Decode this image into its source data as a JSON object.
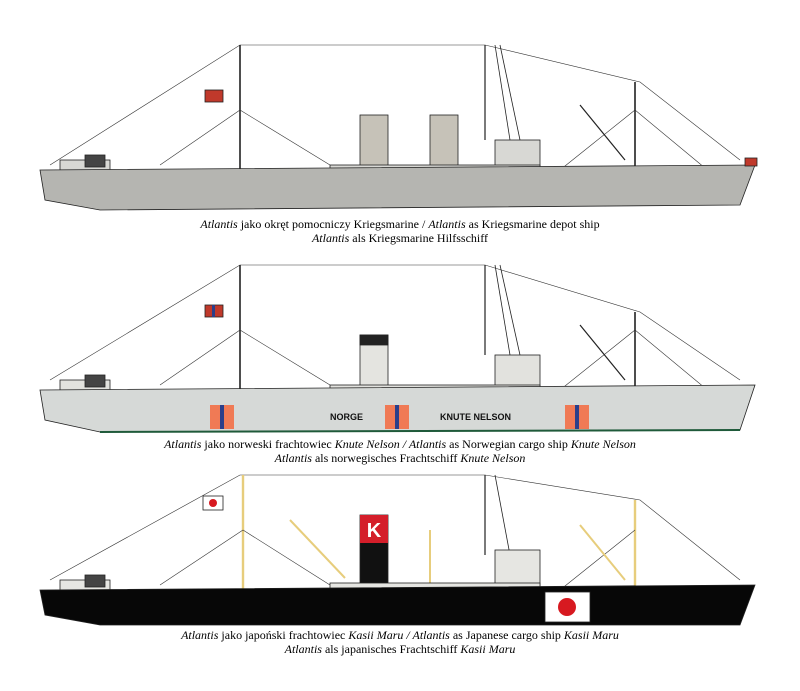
{
  "colors": {
    "grey_hull": "#b5b5b1",
    "light_hull": "#d6d9d7",
    "black_hull": "#070707",
    "funnel_grey": "#c6c2b8",
    "waterline_green": "#1f5a3a",
    "mast_yellow": "#e7cd7c",
    "norway_orange": "#f07a55",
    "norway_blue": "#2b3f8a",
    "japan_red": "#d71920",
    "kline_red": "#d41e2a"
  },
  "ship1": {
    "caption_line1": [
      {
        "text": "Atlantis",
        "italic": true
      },
      {
        "text": " jako okręt pomocniczy Kriegsmarine / ",
        "italic": false
      },
      {
        "text": "Atlantis",
        "italic": true
      },
      {
        "text": " as Kriegsmarine depot ship",
        "italic": false
      }
    ],
    "caption_line2": [
      {
        "text": "Atlantis",
        "italic": true
      },
      {
        "text": " als Kriegsmarine Hilfsschiff",
        "italic": false
      }
    ]
  },
  "ship2": {
    "hull_text_left": "NORGE",
    "hull_text_right": "KNUTE NELSON",
    "caption_line1": [
      {
        "text": "Atlantis",
        "italic": true
      },
      {
        "text": " jako norweski frachtowiec ",
        "italic": false
      },
      {
        "text": "Knute Nelson / Atlantis",
        "italic": true
      },
      {
        "text": " as Norwegian cargo ship ",
        "italic": false
      },
      {
        "text": "Knute Nelson",
        "italic": true
      }
    ],
    "caption_line2": [
      {
        "text": "Atlantis",
        "italic": true
      },
      {
        "text": " als norwegisches Frachtschiff ",
        "italic": false
      },
      {
        "text": "Knute Nelson",
        "italic": true
      }
    ]
  },
  "ship3": {
    "funnel_letter": "K",
    "caption_line1": [
      {
        "text": "Atlantis",
        "italic": true
      },
      {
        "text": " jako japoński frachtowiec ",
        "italic": false
      },
      {
        "text": "Kasii Maru / Atlantis",
        "italic": true
      },
      {
        "text": " as Japanese cargo ship ",
        "italic": false
      },
      {
        "text": "Kasii Maru",
        "italic": true
      }
    ],
    "caption_line2": [
      {
        "text": "Atlantis",
        "italic": true
      },
      {
        "text": " als japanisches Frachtschiff ",
        "italic": false
      },
      {
        "text": "Kasii Maru",
        "italic": true
      }
    ]
  }
}
